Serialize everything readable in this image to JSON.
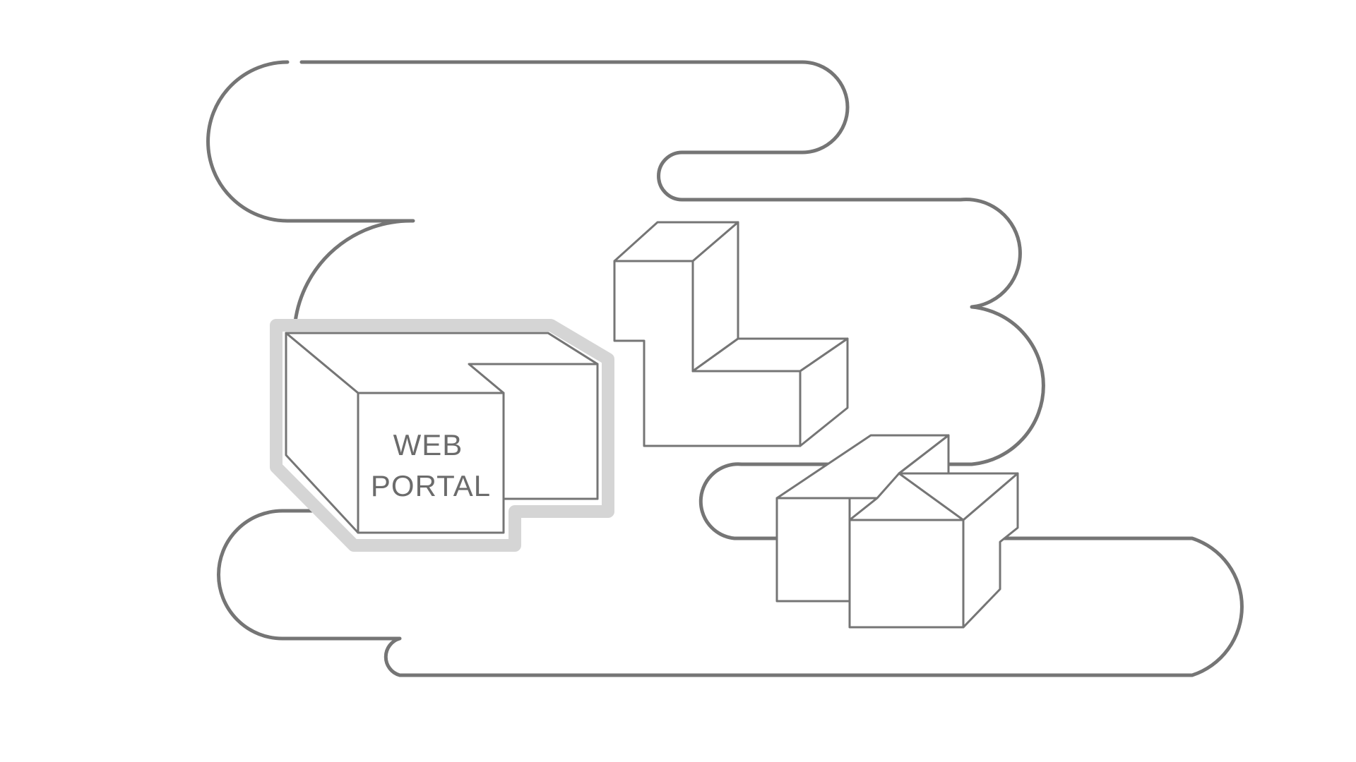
{
  "diagram": {
    "blocks": [
      {
        "id": "web-portal",
        "label_lines": [
          "WEB",
          "PORTAL"
        ],
        "highlighted": true
      },
      {
        "id": "l-shaped-block",
        "label_lines": [],
        "highlighted": false
      },
      {
        "id": "stepped-block",
        "label_lines": [],
        "highlighted": false
      }
    ]
  },
  "colors": {
    "outline": "#757575",
    "highlight": "#d5d5d5",
    "label": "#6b6b6b",
    "background": "#ffffff",
    "face": "#ffffff"
  }
}
